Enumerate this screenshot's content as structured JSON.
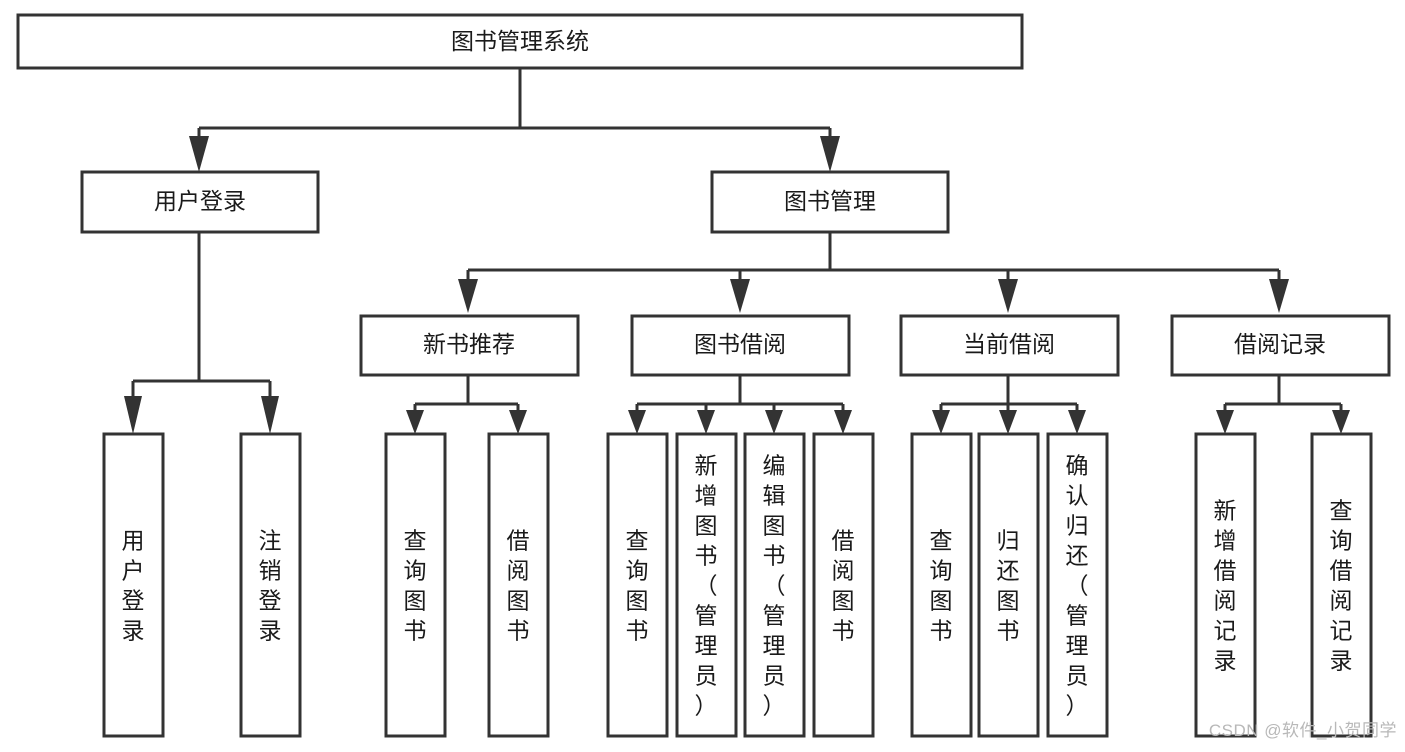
{
  "diagram": {
    "title": "图书管理系统",
    "type": "hierarchy-tree",
    "root": {
      "id": "root",
      "label": "图书管理系统",
      "orientation": "horizontal"
    },
    "level2": [
      {
        "id": "user-login",
        "label": "用户登录",
        "orientation": "horizontal"
      },
      {
        "id": "book-manage",
        "label": "图书管理",
        "orientation": "horizontal"
      }
    ],
    "level3": [
      {
        "id": "new-book-recommend",
        "label": "新书推荐",
        "orientation": "horizontal",
        "parent": "book-manage"
      },
      {
        "id": "book-borrow",
        "label": "图书借阅",
        "orientation": "horizontal",
        "parent": "book-manage"
      },
      {
        "id": "current-borrow",
        "label": "当前借阅",
        "orientation": "horizontal",
        "parent": "book-manage"
      },
      {
        "id": "borrow-record",
        "label": "借阅记录",
        "orientation": "horizontal",
        "parent": "book-manage"
      }
    ],
    "leaves": [
      {
        "id": "leaf-user-login",
        "label": "用户登录",
        "orientation": "vertical",
        "parent": "user-login"
      },
      {
        "id": "leaf-logout",
        "label": "注销登录",
        "orientation": "vertical",
        "parent": "user-login"
      },
      {
        "id": "leaf-query-book-1",
        "label": "查询图书",
        "orientation": "vertical",
        "parent": "new-book-recommend"
      },
      {
        "id": "leaf-borrow-book-1",
        "label": "借阅图书",
        "orientation": "vertical",
        "parent": "new-book-recommend"
      },
      {
        "id": "leaf-query-book-2",
        "label": "查询图书",
        "orientation": "vertical",
        "parent": "book-borrow"
      },
      {
        "id": "leaf-add-book",
        "label": "新增图书（管理员）",
        "orientation": "vertical",
        "parent": "book-borrow"
      },
      {
        "id": "leaf-edit-book",
        "label": "编辑图书（管理员）",
        "orientation": "vertical",
        "parent": "book-borrow"
      },
      {
        "id": "leaf-borrow-book-2",
        "label": "借阅图书",
        "orientation": "vertical",
        "parent": "book-borrow"
      },
      {
        "id": "leaf-query-book-3",
        "label": "查询图书",
        "orientation": "vertical",
        "parent": "current-borrow"
      },
      {
        "id": "leaf-return-book",
        "label": "归还图书",
        "orientation": "vertical",
        "parent": "current-borrow"
      },
      {
        "id": "leaf-confirm-return",
        "label": "确认归还（管理员）",
        "orientation": "vertical",
        "parent": "current-borrow"
      },
      {
        "id": "leaf-add-record",
        "label": "新增借阅记录",
        "orientation": "vertical",
        "parent": "borrow-record"
      },
      {
        "id": "leaf-query-record",
        "label": "查询借阅记录",
        "orientation": "vertical",
        "parent": "borrow-record"
      }
    ],
    "colors": {
      "box_stroke": "#333333",
      "box_fill": "#ffffff",
      "text": "#1a1a1a",
      "connector": "#333333",
      "watermark": "#b8b8b8",
      "background": "#ffffff"
    }
  },
  "watermark": {
    "text": "CSDN @软件_小贺同学"
  }
}
